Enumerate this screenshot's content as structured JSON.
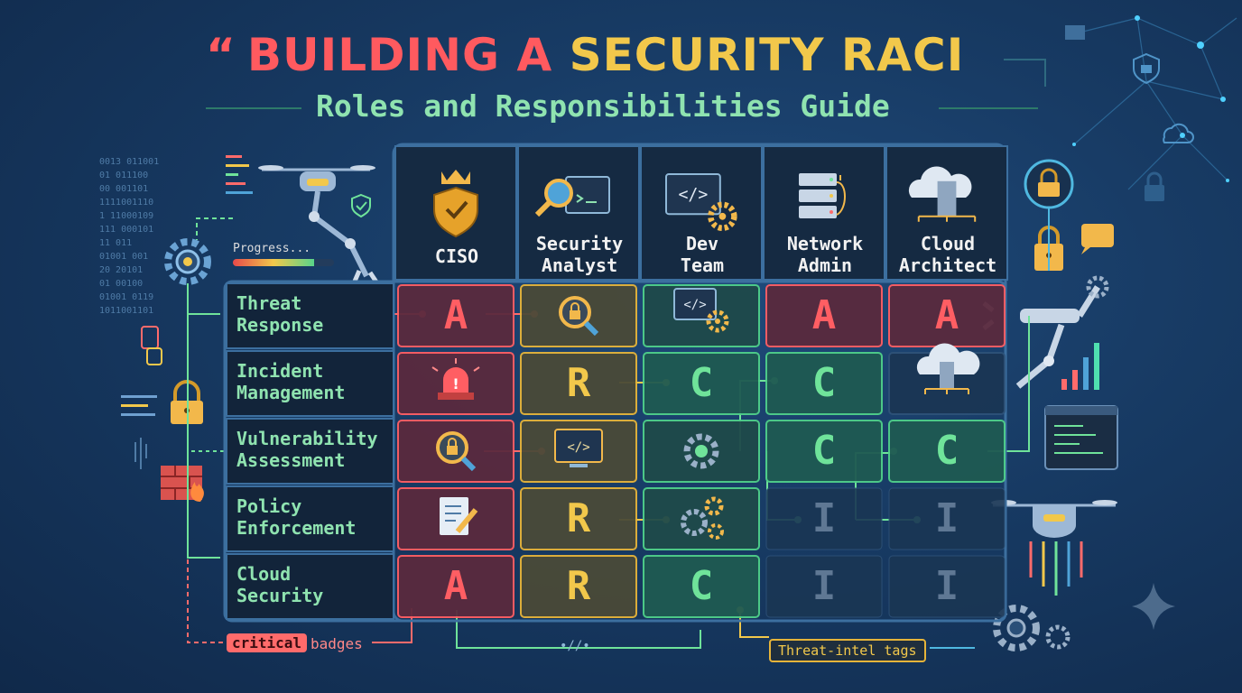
{
  "title": {
    "quote_mark": "“",
    "part1": "BUILDING A ",
    "part2": "SECURITY RACI"
  },
  "subtitle": "Roles and Responsibilities Guide",
  "progress": {
    "label": "Progress...",
    "value_fraction": 0.8
  },
  "roles": [
    {
      "line1": "CISO",
      "line2": "",
      "icon": "shield-crown-icon"
    },
    {
      "line1": "Security",
      "line2": "Analyst",
      "icon": "magnifier-monitor-icon"
    },
    {
      "line1": "Dev",
      "line2": "Team",
      "icon": "code-window-gear-icon"
    },
    {
      "line1": "Network",
      "line2": "Admin",
      "icon": "server-rack-icon"
    },
    {
      "line1": "Cloud",
      "line2": "Architect",
      "icon": "cloud-building-icon"
    }
  ],
  "rows": [
    {
      "line1": "Threat",
      "line2": "Response",
      "cells": [
        {
          "letter": "A",
          "icon": ""
        },
        {
          "letter": "",
          "icon": "magnifier-lock-icon"
        },
        {
          "letter": "",
          "icon": "code-window-gear-icon"
        },
        {
          "letter": "A",
          "icon": ""
        },
        {
          "letter": "A",
          "icon": ""
        }
      ]
    },
    {
      "line1": "Incident",
      "line2": "Management",
      "cells": [
        {
          "letter": "",
          "icon": "alarm-siren-icon"
        },
        {
          "letter": "R",
          "icon": ""
        },
        {
          "letter": "C",
          "icon": ""
        },
        {
          "letter": "C",
          "icon": ""
        },
        {
          "letter": "",
          "icon": "cloud-building-icon"
        }
      ]
    },
    {
      "line1": "Vulnerability",
      "line2": "Assessment",
      "cells": [
        {
          "letter": "",
          "icon": "magnifier-lock-icon"
        },
        {
          "letter": "",
          "icon": "code-monitor-icon"
        },
        {
          "letter": "",
          "icon": "gear-icon"
        },
        {
          "letter": "C",
          "icon": ""
        },
        {
          "letter": "C",
          "icon": ""
        }
      ]
    },
    {
      "line1": "Policy",
      "line2": "Enforcement",
      "cells": [
        {
          "letter": "",
          "icon": "document-pen-icon"
        },
        {
          "letter": "R",
          "icon": ""
        },
        {
          "letter": "",
          "icon": "gears-icon"
        },
        {
          "letter": "I",
          "icon": ""
        },
        {
          "letter": "I",
          "icon": ""
        }
      ]
    },
    {
      "line1": "Cloud",
      "line2": "Security",
      "cells": [
        {
          "letter": "A",
          "icon": ""
        },
        {
          "letter": "R",
          "icon": ""
        },
        {
          "letter": "C",
          "icon": ""
        },
        {
          "letter": "I",
          "icon": ""
        },
        {
          "letter": "I",
          "icon": ""
        }
      ]
    }
  ],
  "footer": {
    "badge_label": "critical",
    "badge_text": "badges",
    "intel_tag": "Threat-intel tags",
    "connector_text": "•//•"
  },
  "binary_lines": [
    "0013 011001",
    "01 011100",
    "00 001101",
    "1111001110",
    "1 11000109",
    "111 000101",
    "11 011",
    "01001 001",
    "20 20101",
    "01 00100",
    "01001 0119",
    "1011001101"
  ],
  "colors": {
    "accountable": "#ff5e63",
    "responsible": "#f2c84b",
    "consulted": "#6fe39a",
    "informed": "#5f7894",
    "title_red": "#ff5a5f",
    "title_gold": "#f2c84b",
    "subtitle_green": "#8fe3b0"
  }
}
